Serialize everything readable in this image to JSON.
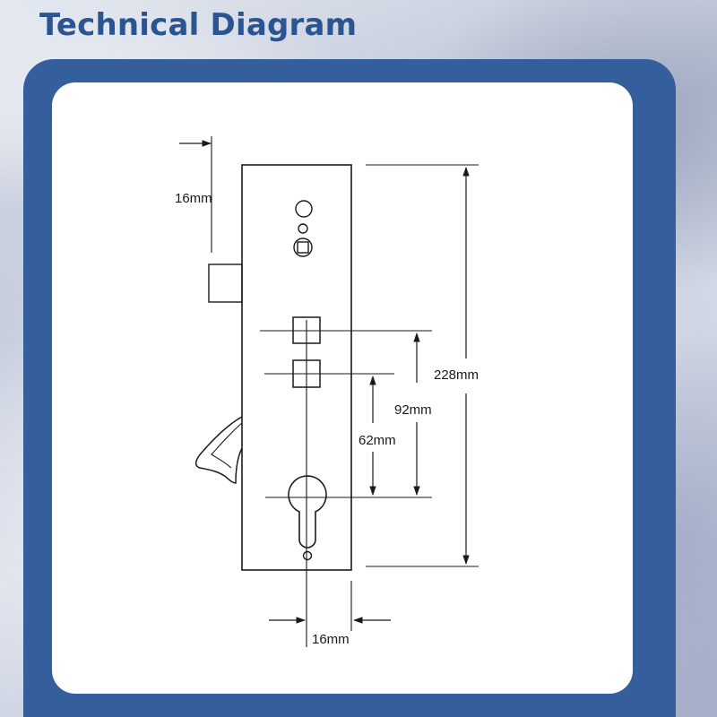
{
  "page": {
    "title": "Technical Diagram"
  },
  "diagram": {
    "dimensions": {
      "backset_top": "16mm",
      "faceplate_width": "16mm",
      "total_height": "228mm",
      "centre_92": "92mm",
      "centre_62": "62mm"
    },
    "colors": {
      "heading": "#2b5590",
      "frame": "#355e9c",
      "card": "#ffffff",
      "line": "#1a1a1a"
    }
  }
}
